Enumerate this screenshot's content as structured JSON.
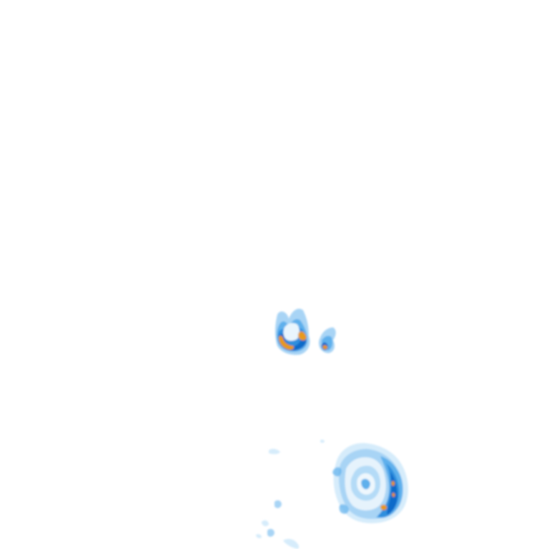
{
  "map": {
    "background_color": "#ffffff",
    "legend_colors": {
      "very_light": "#d6ecfb",
      "light": "#a8d4f5",
      "medium": "#5eb0ec",
      "strong": "#2f8fde",
      "heavy": "#0f6ac9",
      "extreme": "#e89a1c",
      "extreme_edge": "#c97b0e"
    },
    "cells": [
      {
        "id": "cell-north-west",
        "intensity_levels": [
          "light",
          "medium",
          "strong",
          "heavy",
          "extreme"
        ]
      },
      {
        "id": "cell-north-east",
        "intensity_levels": [
          "light",
          "medium",
          "heavy",
          "extreme"
        ]
      },
      {
        "id": "cell-south-ring",
        "intensity_levels": [
          "very_light",
          "light",
          "medium",
          "strong",
          "heavy",
          "extreme"
        ]
      },
      {
        "id": "cell-south-west-scatter",
        "intensity_levels": [
          "very_light",
          "light"
        ]
      }
    ]
  }
}
